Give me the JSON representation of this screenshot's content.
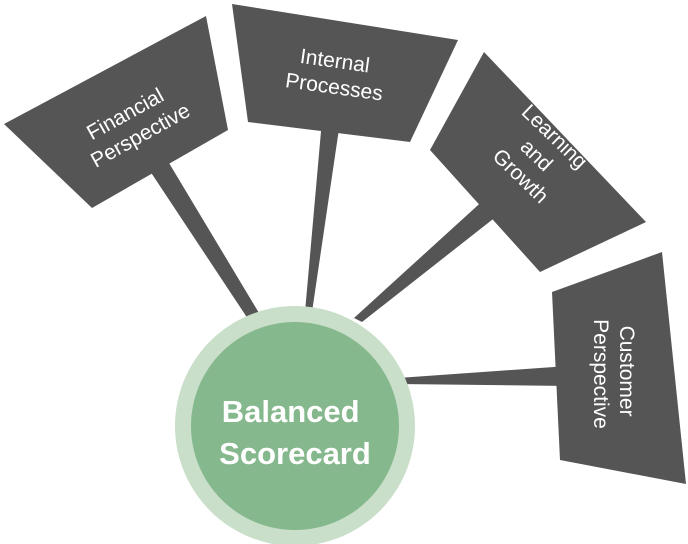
{
  "colors": {
    "panel": "#555555",
    "hub_fill": "#85b88c",
    "hub_ring": "#c9dfc9",
    "text": "#ffffff",
    "background": "#ffffff"
  },
  "hub": {
    "line1": "Balanced",
    "line2": "Scorecard"
  },
  "panels": {
    "financial": {
      "line1": "Financial",
      "line2": "Perspective"
    },
    "internal": {
      "line1": "Internal",
      "line2": "Processes"
    },
    "learning": {
      "line1": "Learning",
      "line2": "and",
      "line3": "Growth"
    },
    "customer": {
      "line1": "Customer",
      "line2": "Perspective"
    }
  }
}
